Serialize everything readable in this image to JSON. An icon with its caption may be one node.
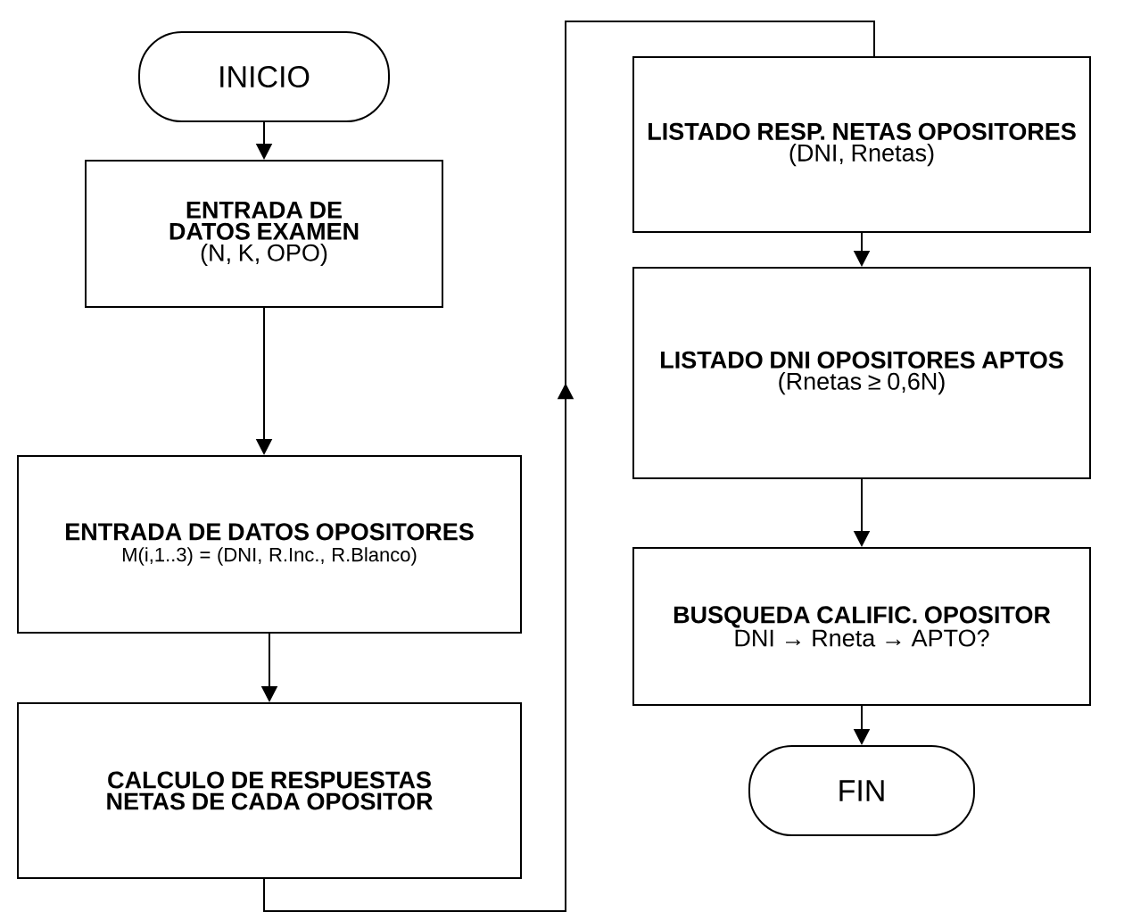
{
  "diagram": {
    "nodes": [
      {
        "text": [
          "INICIO"
        ]
      },
      {
        "text": [
          "ENTRADA DE DATOS EXAMEN",
          "(N, K, OPO)"
        ]
      },
      {
        "text": [
          "ENTRADA DE DATOS OPOSITORES",
          "M(i,1..3) = (DNI, R.Inc., R.Blanco)"
        ]
      },
      {
        "text": [
          "CALCULO DE RESPUESTAS NETAS DE CADA OPOSITOR"
        ]
      },
      {
        "text": [
          "LISTADO RESP. NETAS OPOSITORES",
          "(DNI, Rnetas)"
        ]
      },
      {
        "text": [
          "LISTADO DNI OPOSITORES APTOS",
          "(Rnetas ≥ 0,6N)"
        ]
      },
      {
        "text": [
          "BUSQUEDA CALIFIC. OPOSITOR",
          "DNI → Rneta → APTO?"
        ]
      },
      {
        "text": [
          "FIN"
        ]
      }
    ],
    "edges": [
      {
        "from": 0,
        "to": 1,
        "arrow": "to"
      },
      {
        "from": 1,
        "to": 2,
        "arrow": "to"
      },
      {
        "from": 2,
        "to": 3,
        "arrow": "to"
      },
      {
        "from": 3,
        "to": 4,
        "arrow": "to"
      },
      {
        "from": 4,
        "to": 5,
        "arrow": "to"
      },
      {
        "from": 5,
        "to": 6,
        "arrow": "to"
      },
      {
        "from": 6,
        "to": 7,
        "arrow": "to"
      }
    ]
  }
}
